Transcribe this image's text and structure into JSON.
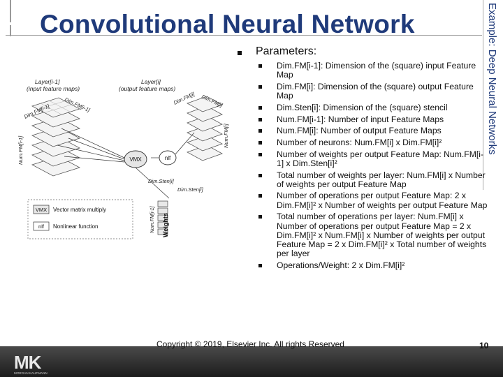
{
  "slide": {
    "title": "Convolutional Neural Network",
    "side_title": "Example: Deep Neural Networks",
    "main_bullet": "Parameters:",
    "bullets": [
      "Dim.FM[i-1]: Dimension of the (square) input Feature Map",
      "Dim.FM[i]: Dimension of the (square) output Feature Map",
      "Dim.Sten[i]: Dimension of the (square) stencil",
      "Num.FM[i-1]: Number of input Feature Maps",
      "Num.FM[i]: Number of output Feature Maps",
      "Number of neurons: Num.FM[i] x Dim.FM[i]²",
      "Number of weights per output Feature Map: Num.FM[i-1] x Dim.Sten[i]²",
      "Total number of weights per layer: Num.FM[i] x Number of weights per output Feature Map",
      "Number of operations per output Feature Map: 2 x Dim.FM[i]² x Number of weights per output Feature Map",
      "Total number of operations per layer: Num.FM[i] x Number of operations per output Feature Map = 2 x Dim.FM[i]² x Num.FM[i] x Number of weights per output Feature Map = 2 x Dim.FM[i]² x Total number of weights per layer",
      "Operations/Weight: 2 x Dim.FM[i]²"
    ],
    "copyright": "Copyright © 2019, Elsevier Inc. All rights Reserved",
    "page_number": "10"
  },
  "diagram": {
    "layer_in": "Layer[i-1]",
    "layer_in_sub": "(input feature maps)",
    "layer_out": "Layer[i]",
    "layer_out_sub": "(output feature maps)",
    "dim_fm_in": "Dim.FM[i-1]",
    "dim_fm_out": "Dim.FM[i]",
    "num_fm_in": "Num.FM[i-1]",
    "num_fm_out": "Num.FM[i]",
    "vmx": "VMX",
    "nlf": "nlf",
    "dim_sten_1": "Dim.Sten[i]",
    "dim_sten_2": "Dim.Sten[i]",
    "weights": "Weights",
    "num_fm_weights": "Num.FM[i-1]",
    "legend_vmx": "VMX",
    "legend_vmx_text": "Vector matrix multiply",
    "legend_nlf": "nlf",
    "legend_nlf_text": "Nonlinear function"
  },
  "footer_logo": {
    "letters": "MK",
    "small": "MORGAN KAUFMANN"
  }
}
